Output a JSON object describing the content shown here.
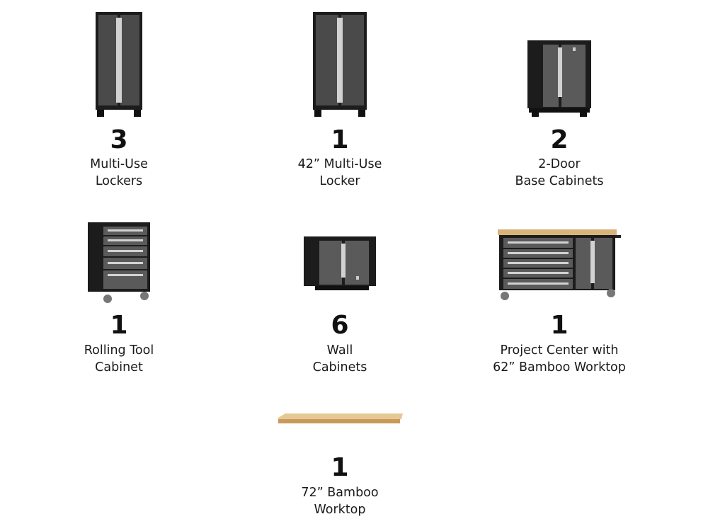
{
  "items": [
    {
      "qty": "3",
      "label_line1": "Multi-Use",
      "label_line2": "Lockers",
      "icon": "multi-use-locker-icon"
    },
    {
      "qty": "1",
      "label_line1": "42” Multi-Use",
      "label_line2": "Locker",
      "icon": "42-inch-locker-icon"
    },
    {
      "qty": "2",
      "label_line1": "2-Door",
      "label_line2": "Base Cabinets",
      "icon": "base-cabinet-icon"
    },
    {
      "qty": "1",
      "label_line1": "Rolling Tool",
      "label_line2": "Cabinet",
      "icon": "rolling-tool-cabinet-icon"
    },
    {
      "qty": "6",
      "label_line1": "Wall",
      "label_line2": "Cabinets",
      "icon": "wall-cabinet-icon"
    },
    {
      "qty": "1",
      "label_line1": "Project Center with",
      "label_line2": "62” Bamboo Worktop",
      "icon": "project-center-icon"
    },
    {
      "qty": "1",
      "label_line1": "72” Bamboo",
      "label_line2": "Worktop",
      "icon": "bamboo-worktop-icon"
    }
  ],
  "colors": {
    "cabinet_body": "#1c1c1c",
    "door_gray": "#5a5a5a",
    "handle_silver": "#c8c8c8",
    "bamboo": "#d9b47a"
  }
}
